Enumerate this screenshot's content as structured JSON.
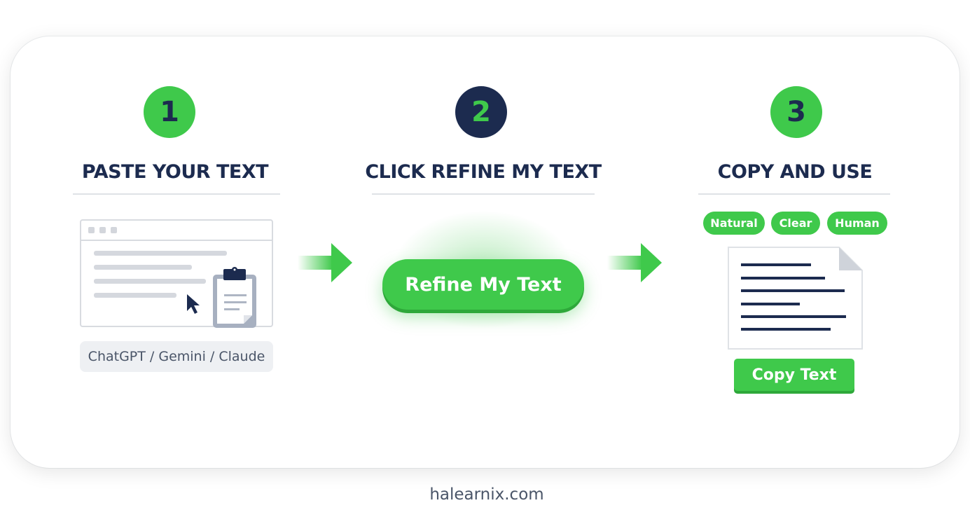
{
  "steps": [
    {
      "number": "1",
      "title": "PASTE YOUR TEXT",
      "source_label": "ChatGPT / Gemini / Claude"
    },
    {
      "number": "2",
      "title": "CLICK REFINE MY TEXT",
      "button_label": "Refine My Text"
    },
    {
      "number": "3",
      "title": "COPY AND USE",
      "tags": [
        "Natural",
        "Clear",
        "Human"
      ],
      "button_label": "Copy Text"
    }
  ],
  "footer": {
    "site": "halearnix.com"
  },
  "colors": {
    "green": "#3fc94b",
    "navy": "#1c2b4f"
  }
}
